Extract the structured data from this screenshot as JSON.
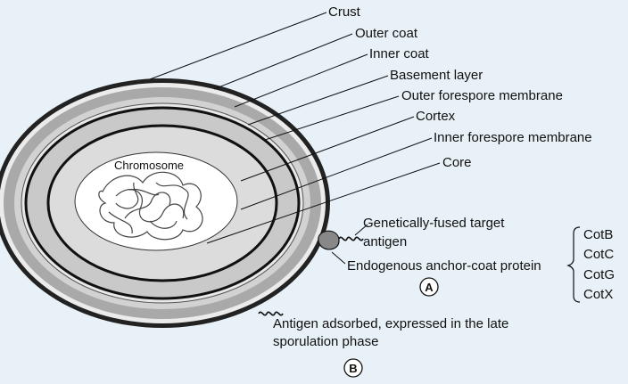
{
  "labels": {
    "crust": "Crust",
    "outer_coat": "Outer coat",
    "inner_coat": "Inner coat",
    "basement_layer": "Basement layer",
    "outer_forespore_membrane": "Outer forespore membrane",
    "cortex": "Cortex",
    "inner_forespore_membrane": "Inner forespore membrane",
    "core": "Core",
    "chromosome": "Chromosome"
  },
  "annotations": {
    "target_antigen_line1": "Genetically-fused target",
    "target_antigen_line2": "antigen",
    "anchor_protein": "Endogenous anchor-coat protein",
    "adsorbed_line1": "Antigen adsorbed, expressed in the late",
    "adsorbed_line2": "sporulation phase",
    "marker_a": "A",
    "marker_b": "B"
  },
  "coat_proteins": [
    "CotB",
    "CotC",
    "CotG",
    "CotX"
  ],
  "colors": {
    "background": "#e7f1f7",
    "crust": "#222222",
    "outer_coat": "#a9a9a9",
    "inner_coat": "#d2d2d2",
    "cortex": "#c9c9c9",
    "core": "#ffffff"
  }
}
